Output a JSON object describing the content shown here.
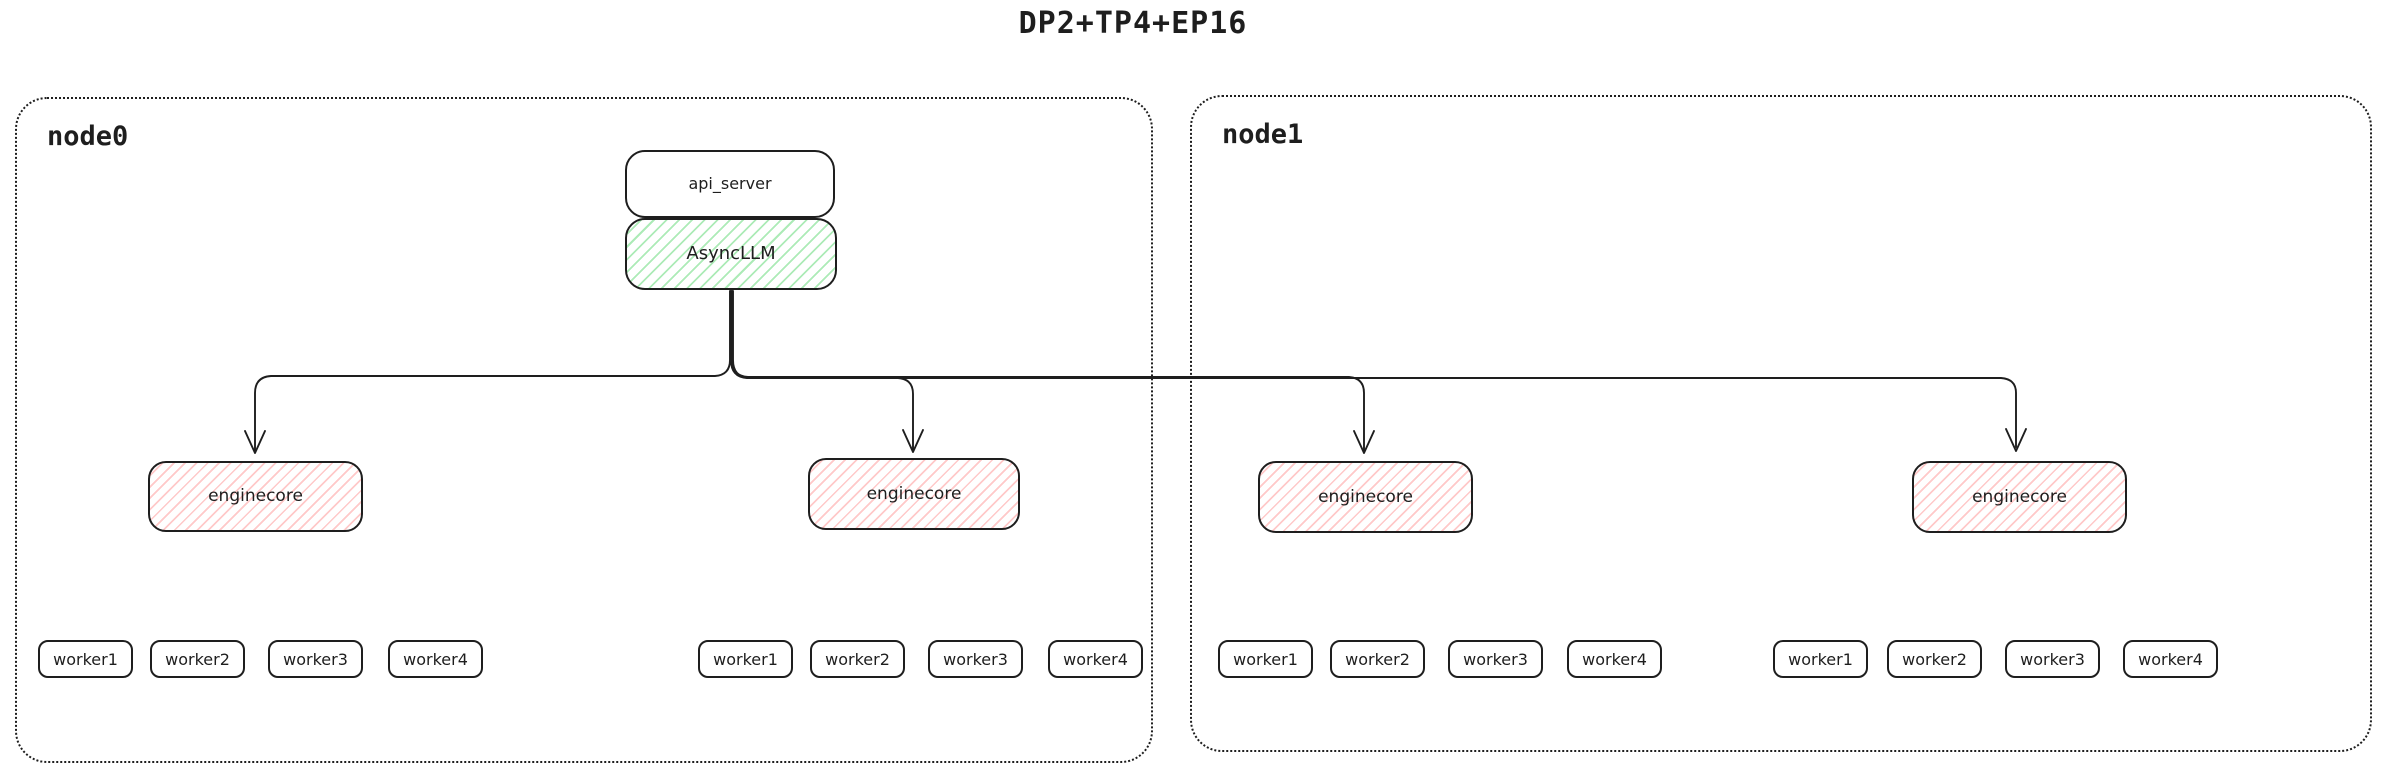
{
  "title": "DP2+TP4+EP16",
  "nodes": [
    {
      "label": "node0"
    },
    {
      "label": "node1"
    }
  ],
  "api_server": {
    "label": "api_server"
  },
  "async_llm": {
    "label": "AsyncLLM"
  },
  "enginecores": [
    {
      "label": "enginecore"
    },
    {
      "label": "enginecore"
    },
    {
      "label": "enginecore"
    },
    {
      "label": "enginecore"
    }
  ],
  "worker_groups": [
    [
      "worker1",
      "worker2",
      "worker3",
      "worker4"
    ],
    [
      "worker1",
      "worker2",
      "worker3",
      "worker4"
    ],
    [
      "worker1",
      "worker2",
      "worker3",
      "worker4"
    ],
    [
      "worker1",
      "worker2",
      "worker3",
      "worker4"
    ]
  ],
  "colors": {
    "ink": "#1e1e1e",
    "async_llm_hatch": "#69db7c",
    "enginecore_hatch": "#ff8787",
    "background": "#ffffff"
  }
}
